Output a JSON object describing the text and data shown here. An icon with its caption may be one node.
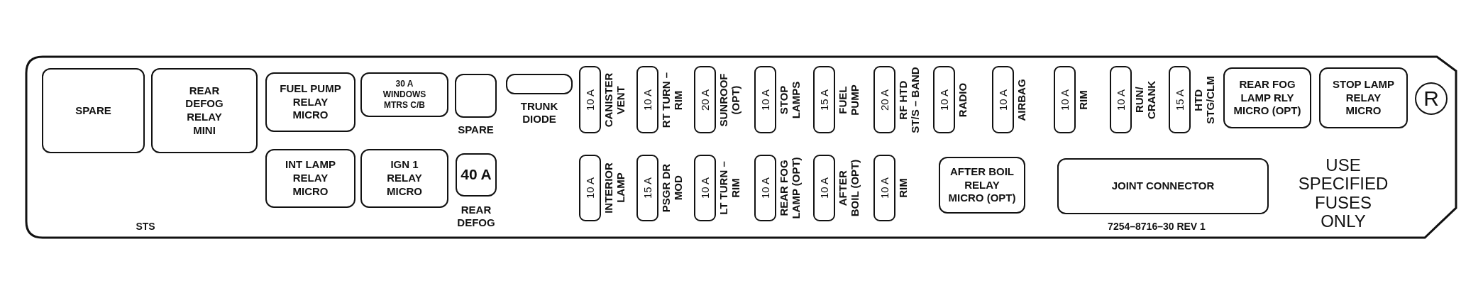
{
  "diagram": {
    "nodes": [
      {
        "text": [
          "SPARE"
        ]
      },
      {
        "text": [
          "REAR DEFOG RELAY MINI"
        ]
      },
      {
        "text": [
          "FUEL PUMP RELAY MICRO"
        ]
      },
      {
        "text": [
          "30 A WINDOWS MTRS C/B"
        ]
      },
      {
        "text": [
          "SPARE"
        ]
      },
      {
        "text": [
          "INT LAMP RELAY MICRO"
        ]
      },
      {
        "text": [
          "IGN 1 RELAY MICRO"
        ]
      },
      {
        "text": [
          "40 A"
        ],
        "beside": [
          "REAR DEFOG"
        ]
      },
      {
        "text": [
          "TRUNK DIODE"
        ]
      },
      {
        "text": [
          "10 A"
        ],
        "beside": [
          "CANISTER VENT"
        ]
      },
      {
        "text": [
          "10 A"
        ],
        "beside": [
          "RT TURN – RIM"
        ]
      },
      {
        "text": [
          "20 A"
        ],
        "beside": [
          "SUNROOF (OPT)"
        ]
      },
      {
        "text": [
          "10 A"
        ],
        "beside": [
          "STOP LAMPS"
        ]
      },
      {
        "text": [
          "15 A"
        ],
        "beside": [
          "FUEL PUMP"
        ]
      },
      {
        "text": [
          "20 A"
        ],
        "beside": [
          "RF HTD ST/S – BAND"
        ]
      },
      {
        "text": [
          "10 A"
        ],
        "beside": [
          "RADIO"
        ]
      },
      {
        "text": [
          "10 A"
        ],
        "beside": [
          "AIRBAG"
        ]
      },
      {
        "text": [
          "10 A"
        ],
        "beside": [
          "RIM"
        ]
      },
      {
        "text": [
          "10 A"
        ],
        "beside": [
          "RUN/ CRANK"
        ]
      },
      {
        "text": [
          "15 A"
        ],
        "beside": [
          "HTD STG/CLM"
        ]
      },
      {
        "text": [
          "10 A"
        ],
        "beside": [
          "INTERIOR LAMP"
        ]
      },
      {
        "text": [
          "15 A"
        ],
        "beside": [
          "PSGR DR MOD"
        ]
      },
      {
        "text": [
          "10 A"
        ],
        "beside": [
          "LT TURN – RIM"
        ]
      },
      {
        "text": [
          "10 A"
        ],
        "beside": [
          "REAR FOG LAMP (OPT)"
        ]
      },
      {
        "text": [
          "10 A"
        ],
        "beside": [
          "AFTER BOIL (OPT)"
        ]
      },
      {
        "text": [
          "10 A"
        ],
        "beside": [
          "RIM"
        ]
      },
      {
        "text": [
          "AFTER BOIL RELAY MICRO (OPT)"
        ]
      },
      {
        "text": [
          "JOINT CONNECTOR"
        ]
      },
      {
        "text": [
          "REAR FOG LAMP RLY MICRO (OPT)"
        ]
      },
      {
        "text": [
          "STOP LAMP RELAY MICRO"
        ]
      },
      {
        "text": [
          "R"
        ]
      }
    ],
    "labels": [
      "STS",
      "USE SPECIFIED FUSES ONLY",
      "7254–8716–30 REV 1"
    ]
  }
}
